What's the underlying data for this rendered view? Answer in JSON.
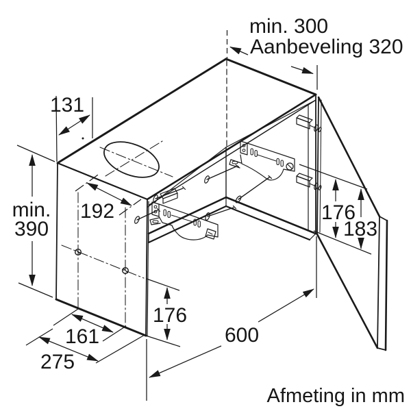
{
  "drawing": {
    "title": "hood cabinet installation drawing",
    "caption": "Afmeting in mm",
    "background": "#ffffff",
    "line_color": "#1a1a1a",
    "labels": {
      "top_offset": "131",
      "depth_min": "min. 300",
      "depth_recommended": "Aanbeveling 320",
      "height_min_prefix": "min.",
      "height_min_value": "390",
      "screw_spacing_top": "192",
      "inner_height": "176",
      "door_height": "183",
      "front_height": "176",
      "screw_offset_bottom": "161",
      "bottom_depth": "275",
      "cabinet_width": "600"
    }
  }
}
